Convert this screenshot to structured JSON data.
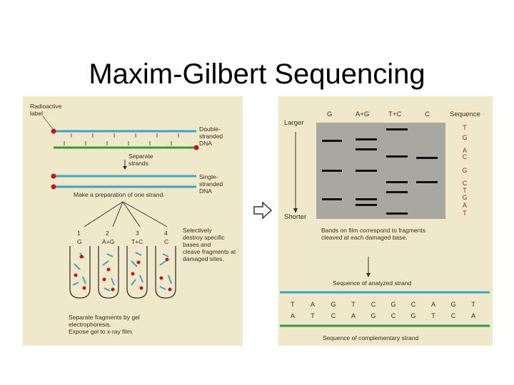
{
  "slide": {
    "title": "Maxim-Gilbert Sequencing"
  },
  "left": {
    "radioactive_label": "Radioactive\nlabel",
    "double_stranded": "Double-\nstranded\nDNA",
    "separate_strands": "Separate\nstrands",
    "single_stranded": "Single-\nstranded\nDNA",
    "make_preparation": "Make a preparation of one strand.",
    "tubes": [
      {
        "num": "1",
        "base": "G"
      },
      {
        "num": "2",
        "base": "A+G"
      },
      {
        "num": "3",
        "base": "T+C"
      },
      {
        "num": "4",
        "base": "C"
      }
    ],
    "destroy_note": "Selectively\ndestroy specific\nbases and\ncleave fragments at\ndamaged sites.",
    "electrophoresis_note": "Separate fragments by gel\nelectrophoresis.\nExpose gel to x-ray film."
  },
  "right": {
    "lane_headers": [
      "G",
      "A+G",
      "T+C",
      "C"
    ],
    "sequence_header": "Sequence",
    "larger": "Larger",
    "shorter": "Shorter",
    "sequence_letters": [
      "T",
      "G",
      "A",
      "C",
      "G",
      "C",
      "T",
      "G",
      "A",
      "T"
    ],
    "bands_note": "Bands on film correspond to fragments\ncleaved at each damaged base.",
    "analyzed_label": "Sequence of analyzed strand",
    "analyzed_strand": [
      "T",
      "A",
      "G",
      "T",
      "C",
      "G",
      "C",
      "A",
      "G",
      "T"
    ],
    "complementary_strand": [
      "A",
      "T",
      "C",
      "A",
      "G",
      "C",
      "G",
      "T",
      "C",
      "A"
    ],
    "complementary_label": "Sequence of complementary strand"
  },
  "colors": {
    "strand_blue": "#3aa6c8",
    "strand_green": "#2f9a3c",
    "label_red": "#c0161d",
    "panel": "#efe9c9"
  }
}
